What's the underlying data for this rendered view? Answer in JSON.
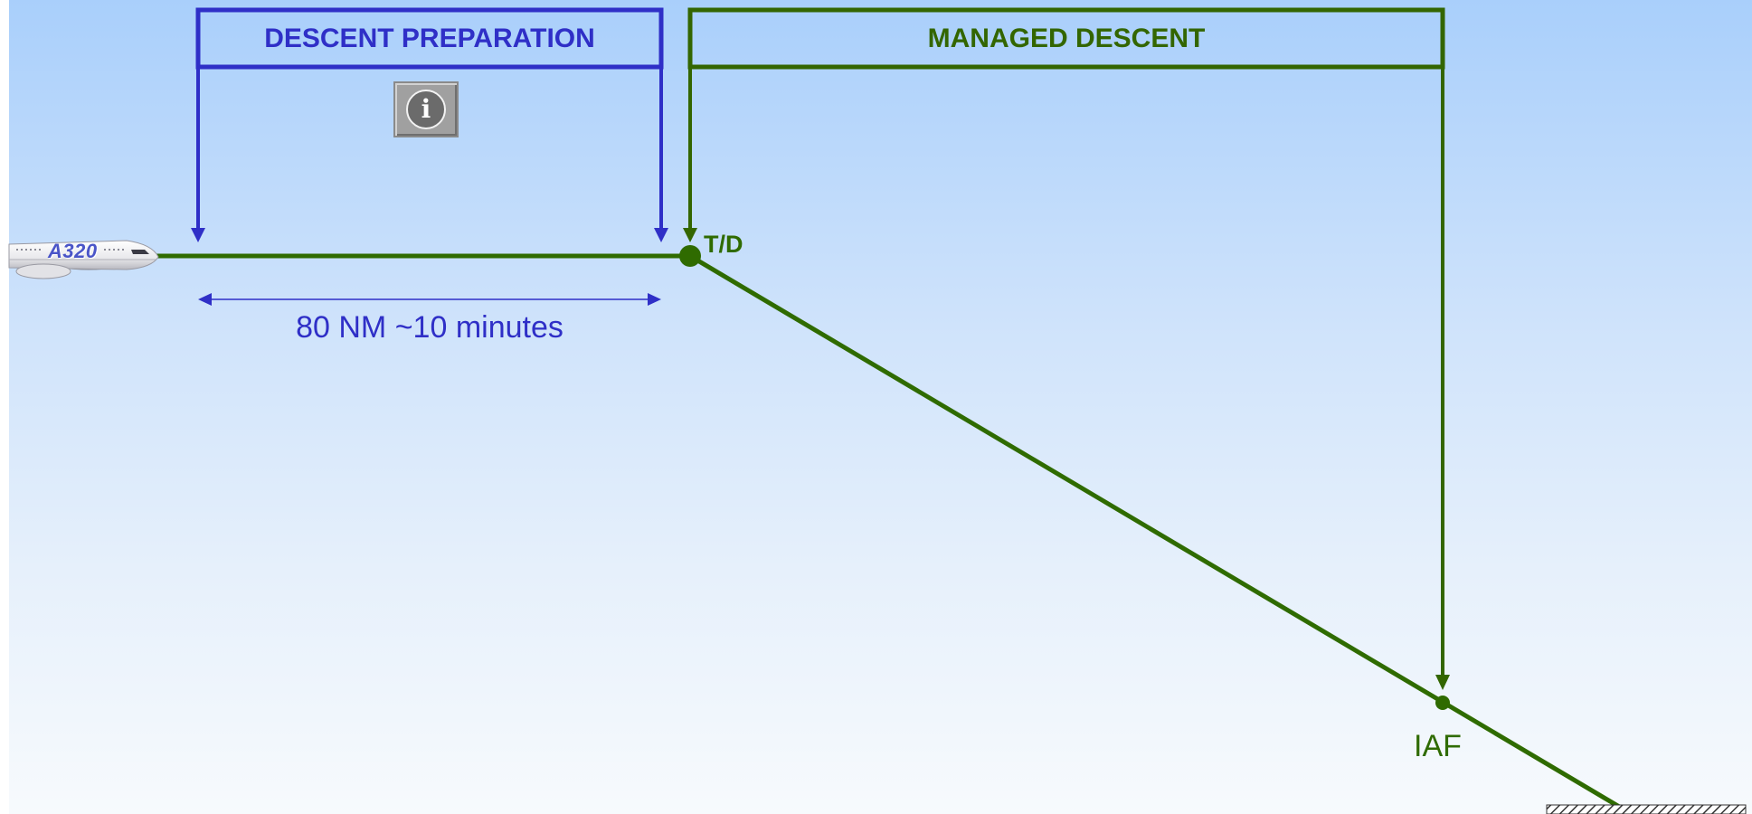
{
  "diagram": {
    "phases": {
      "descent_preparation": {
        "label": "DESCENT PREPARATION",
        "color": "#2f2fc7"
      },
      "managed_descent": {
        "label": "MANAGED DESCENT",
        "color": "#336600"
      }
    },
    "distance_label": "80 NM ~10 minutes",
    "points": {
      "top_of_descent": "T/D",
      "initial_approach_fix": "IAF"
    },
    "aircraft_label": "A320",
    "info_icon": "info-icon"
  }
}
